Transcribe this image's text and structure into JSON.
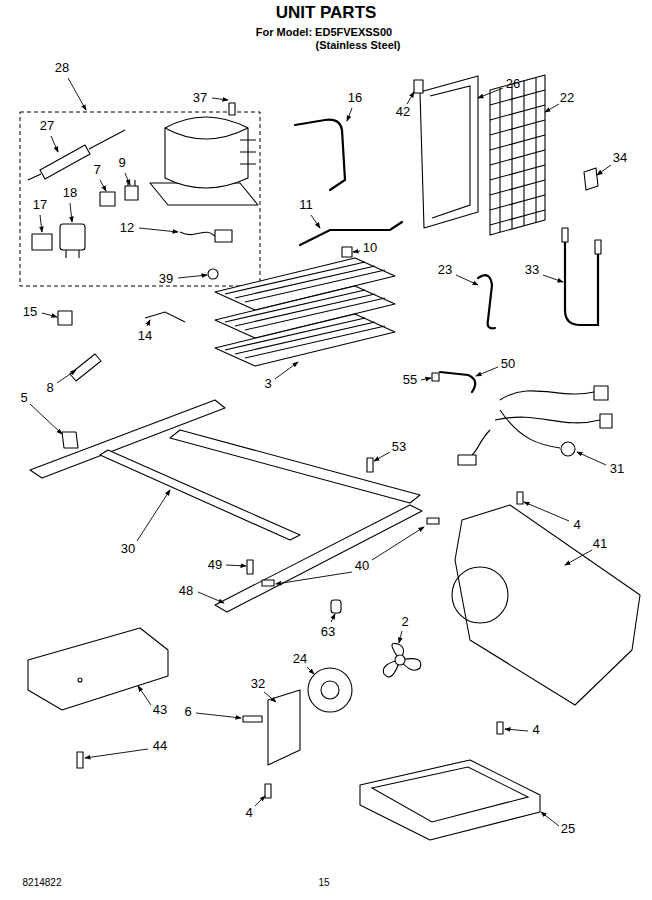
{
  "diagram": {
    "title": "UNIT PARTS",
    "labels": [
      "For Model: ED5FVEXSS00",
      "(Stainless Steel)",
      "28",
      "37",
      "16",
      "42",
      "26",
      "22",
      "27",
      "7",
      "9",
      "18",
      "17",
      "12",
      "11",
      "34",
      "10",
      "39",
      "23",
      "33",
      "15",
      "14",
      "50",
      "8",
      "3",
      "55",
      "31",
      "5",
      "53",
      "30",
      "4",
      "41",
      "49",
      "40",
      "48",
      "63",
      "2",
      "24",
      "32",
      "43",
      "6",
      "4",
      "44",
      "4",
      "25",
      "8214822",
      "15"
    ]
  }
}
